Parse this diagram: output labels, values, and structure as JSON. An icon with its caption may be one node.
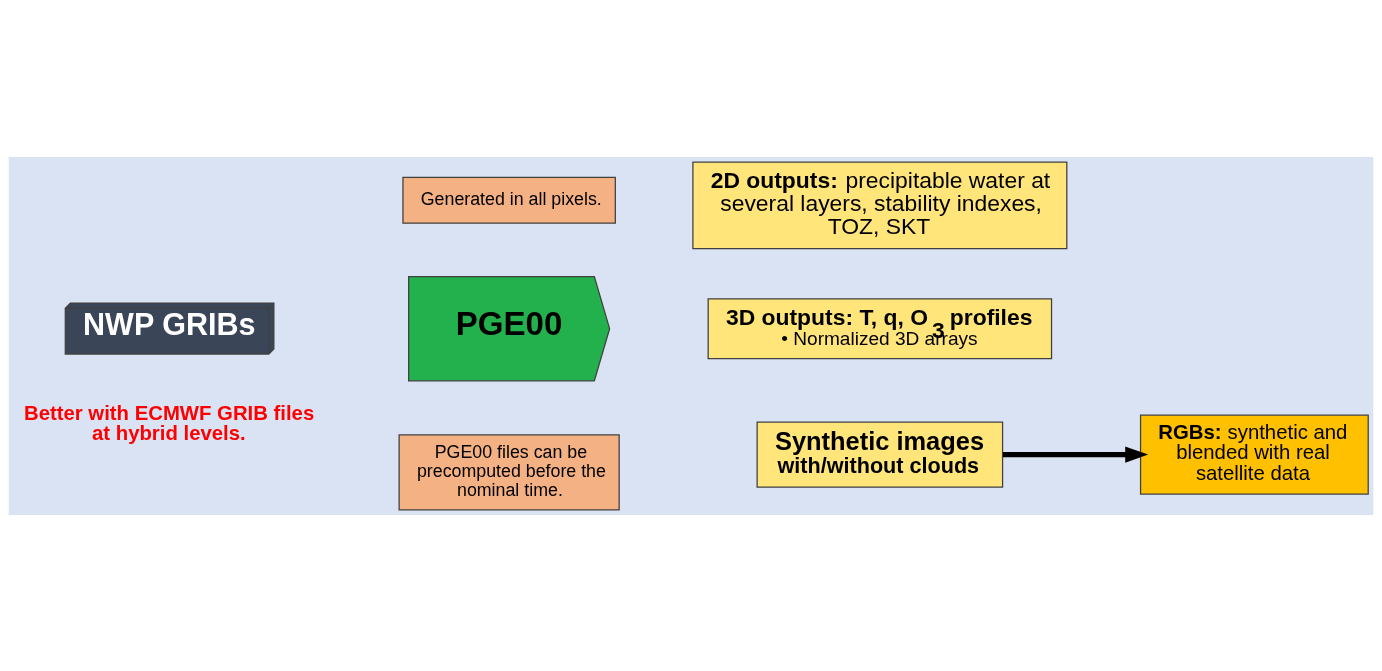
{
  "diagram": {
    "nodes": [
      {
        "text": [
          "NWP GRIBs"
        ]
      },
      {
        "text": [
          "PGE00"
        ]
      },
      {
        "text": [
          "Generated in all pixels."
        ]
      },
      {
        "text": [
          "**2D outputs:** precipitable water at several layers, stability indexes, TOZ, SKT"
        ]
      },
      {
        "text": [
          "3D outputs: T, q, O$_{3}$ profiles",
          "• Normalized 3D arrays"
        ]
      },
      {
        "text": [
          "Synthetic images",
          "with/without clouds"
        ]
      },
      {
        "text": [
          "PGE00 files can be precomputed before the nominal time."
        ]
      },
      {
        "text": [
          "**RGBs:** synthetic and blended with real satellite data"
        ]
      }
    ],
    "edges": [
      {
        "from": 5,
        "to": 7,
        "arrow": "to"
      }
    ],
    "labels": [
      "Better with ECMWF GRIB files at hybrid levels."
    ]
  }
}
